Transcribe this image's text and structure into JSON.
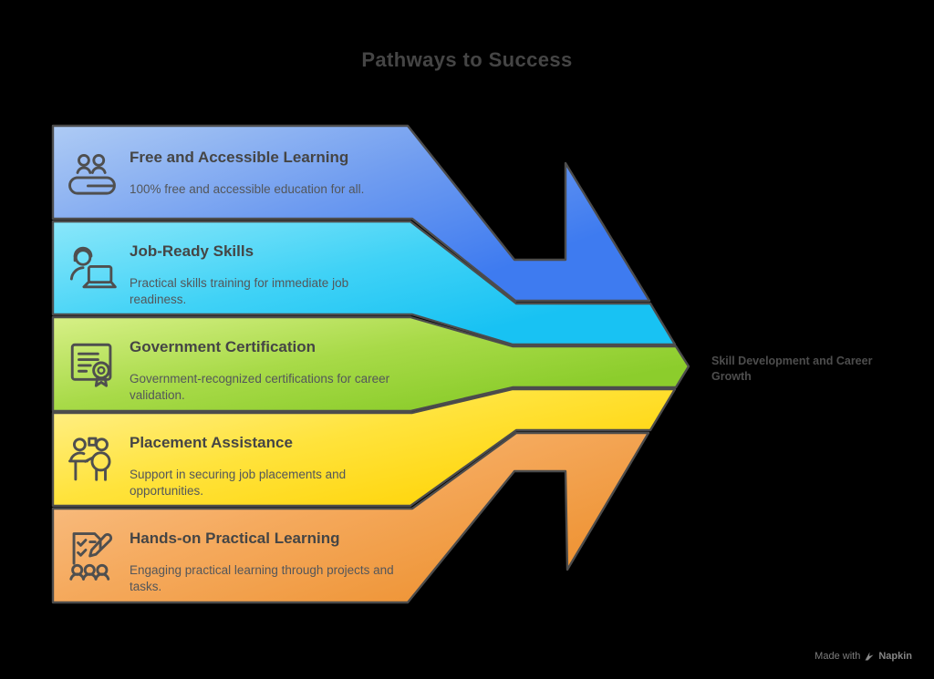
{
  "title": "Pathways to Success",
  "outcome_label": "Skill Development and Career Growth",
  "bands": [
    {
      "heading": "Free and Accessible Learning",
      "description": "100% free and accessible education for all.",
      "icon": "people-learning-icon",
      "gradient": {
        "from": "#aecbf4",
        "mid": "#6f9cf0",
        "to": "#3e7bf0"
      }
    },
    {
      "heading": "Job-Ready Skills",
      "description": "Practical skills training for immediate job readiness.",
      "icon": "support-agent-laptop-icon",
      "gradient": {
        "from": "#8ae7fa",
        "mid": "#40d2f6",
        "to": "#18c2f3"
      }
    },
    {
      "heading": "Government Certification",
      "description": "Government-recognized certifications for career validation.",
      "icon": "certificate-icon",
      "gradient": {
        "from": "#d7f087",
        "mid": "#a8da48",
        "to": "#8ccd2c"
      }
    },
    {
      "heading": "Placement Assistance",
      "description": "Support in securing job placements and opportunities.",
      "icon": "placement-assistance-icon",
      "gradient": {
        "from": "#fff193",
        "mid": "#ffe33c",
        "to": "#ffd60e"
      }
    },
    {
      "heading": "Hands-on Practical Learning",
      "description": "Engaging practical learning through projects and tasks.",
      "icon": "hands-on-checklist-icon",
      "gradient": {
        "from": "#fac795",
        "mid": "#f5aa5e",
        "to": "#ef9639"
      }
    }
  ],
  "footer": {
    "made_with": "Made with",
    "brand": "Napkin"
  },
  "colors": {
    "background": "#000000",
    "band_border": "#4c4c4c",
    "title_text": "#454545",
    "heading_text": "#454545",
    "description_text": "#53565a",
    "outcome_text": "#4d4d4d",
    "footer_text": "#7d7d7d",
    "icon_stroke": "#4f4f4f"
  }
}
